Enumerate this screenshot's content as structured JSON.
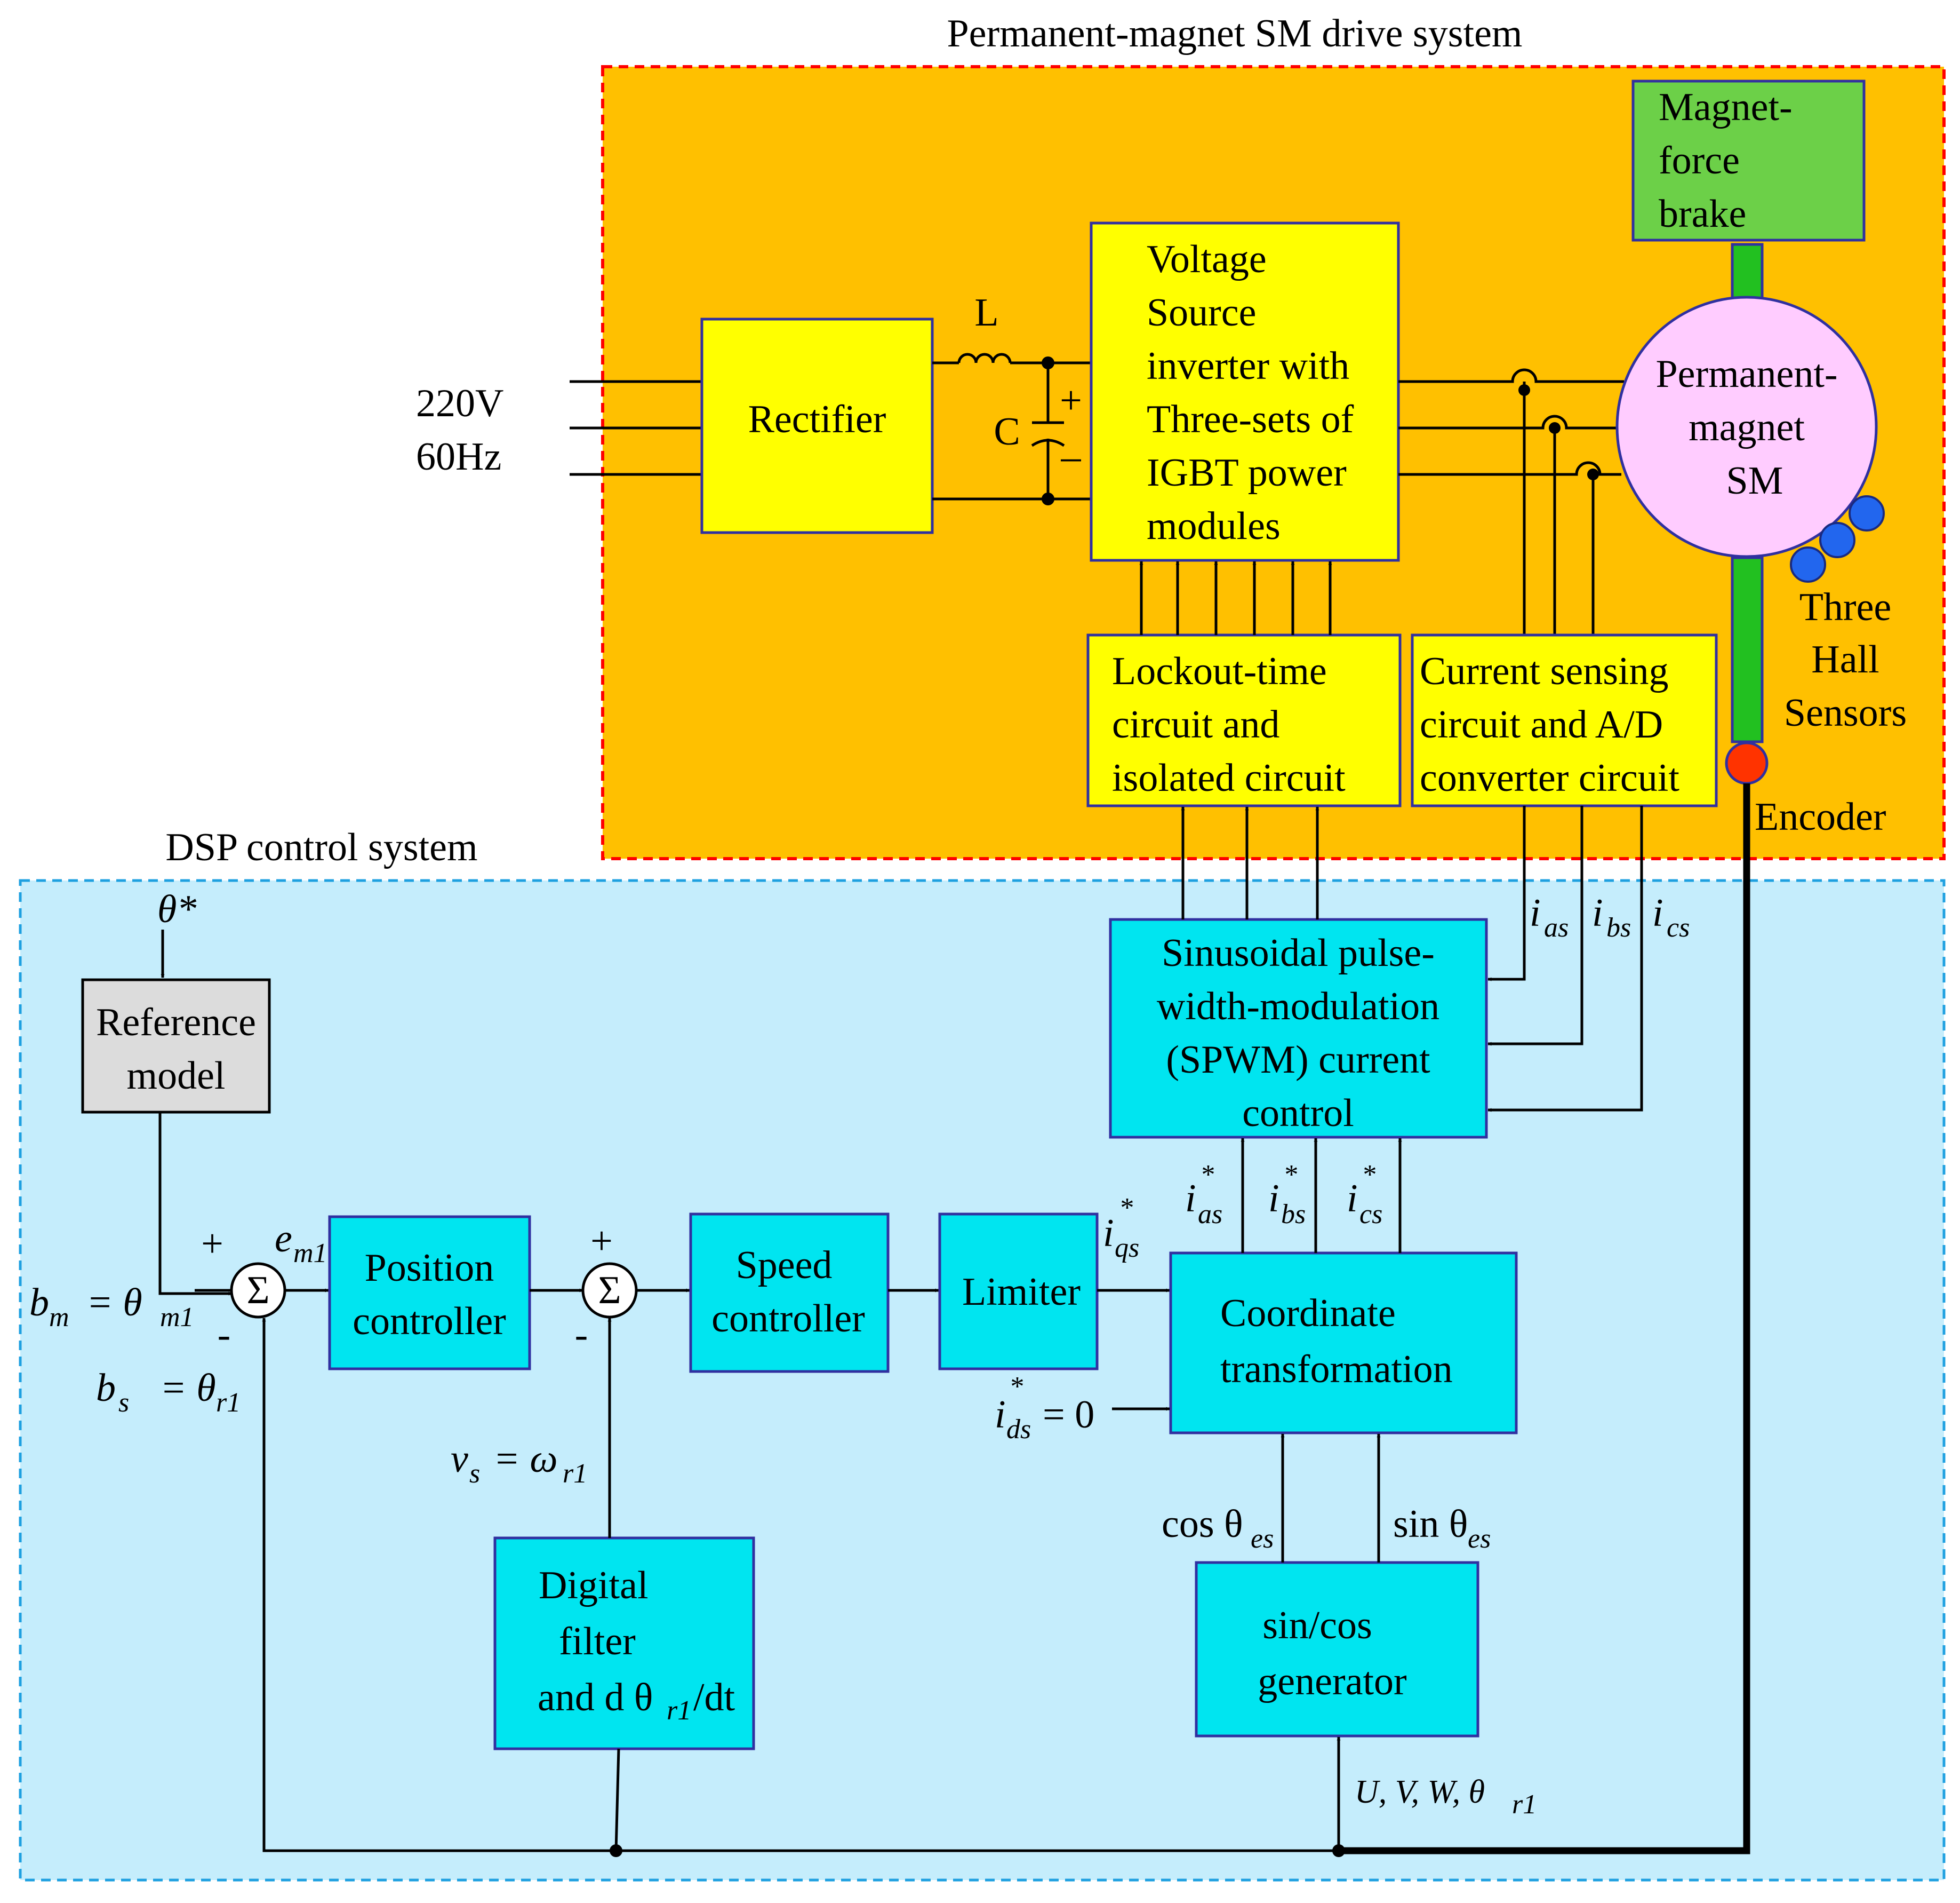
{
  "regions": {
    "drive_title": "Permanent-magnet SM drive system",
    "dsp_title": "DSP control system"
  },
  "colors": {
    "drive_region_fill": "#FFC000",
    "drive_region_border": "#FF0000",
    "dsp_region_fill": "#C5EDFC",
    "dsp_region_border": "#1EA0E0",
    "yellow_block": "#FFFF00",
    "cyan_block": "#00E5F0",
    "block_border": "#3030A0",
    "brake_fill": "#6CD048",
    "motor_fill": "#FFCCFF",
    "shaft_fill": "#22C020",
    "hall_sensor_fill": "#2266EE",
    "encoder_fill": "#FF3300",
    "reference_fill": "#DCDCDC"
  },
  "supply": {
    "voltage": "220V",
    "frequency": "60Hz"
  },
  "components": {
    "inductor": "L",
    "capacitor": "C",
    "cap_plus": "+",
    "cap_minus": "–"
  },
  "blocks": {
    "rectifier": [
      "Rectifier"
    ],
    "inverter": [
      "Voltage",
      "Source",
      "inverter with",
      "Three-sets of",
      "IGBT power",
      "modules"
    ],
    "brake": [
      "Magnet-",
      "force",
      "brake"
    ],
    "motor": [
      "Permanent-",
      "magnet",
      "SM"
    ],
    "lockout": [
      "Lockout-time",
      "circuit and",
      "isolated circuit"
    ],
    "current_sensing": [
      "Current sensing",
      "circuit and A/D",
      "converter circuit"
    ],
    "spwm": [
      "Sinusoidal pulse-",
      "width-modulation",
      "(SPWM) current",
      "control"
    ],
    "reference_model": [
      "Reference",
      "model"
    ],
    "position_controller": [
      "Position",
      "controller"
    ],
    "speed_controller": [
      "Speed",
      "controller"
    ],
    "limiter": [
      "Limiter"
    ],
    "coordinate": [
      "Coordinate",
      "transformation"
    ],
    "digital_filter": [
      "Digital",
      "filter",
      "and d θ",
      "r1",
      "/dt"
    ],
    "sincos": [
      "sin/cos",
      "generator"
    ]
  },
  "labels": {
    "hall_sensors": [
      "Three",
      "Hall",
      "Sensors"
    ],
    "encoder": "Encoder",
    "theta_ref": "θ*",
    "sum_symbol": "Σ",
    "plus": "+",
    "minus": "-",
    "e_m1": {
      "base": "e",
      "sub": "m1"
    },
    "b_m": {
      "base": "b",
      "sub": "m",
      "eq": "= θ",
      "sub2": "m1"
    },
    "b_s": {
      "base": "b",
      "sub": "s",
      "eq": "= θ",
      "sub2": "r1"
    },
    "v_s": {
      "base": "v",
      "sub": "s",
      "eq": "= ω",
      "sub2": "r1"
    },
    "i_qs": {
      "base": "i",
      "sub": "qs",
      "sup": "*"
    },
    "i_ds": {
      "base": "i",
      "sub": "ds",
      "sup": "*",
      "eq": "= 0"
    },
    "i_as_ref": {
      "base": "i",
      "sub": "as",
      "sup": "*"
    },
    "i_bs_ref": {
      "base": "i",
      "sub": "bs",
      "sup": "*"
    },
    "i_cs_ref": {
      "base": "i",
      "sub": "cs",
      "sup": "*"
    },
    "i_as": {
      "base": "i",
      "sub": "as"
    },
    "i_bs": {
      "base": "i",
      "sub": "bs"
    },
    "i_cs": {
      "base": "i",
      "sub": "cs"
    },
    "cos": {
      "base": "cos θ",
      "sub": "es"
    },
    "sin": {
      "base": "sin θ",
      "sub": "es"
    },
    "uvw": {
      "base": "U, V, W, θ",
      "sub": "r1"
    }
  }
}
